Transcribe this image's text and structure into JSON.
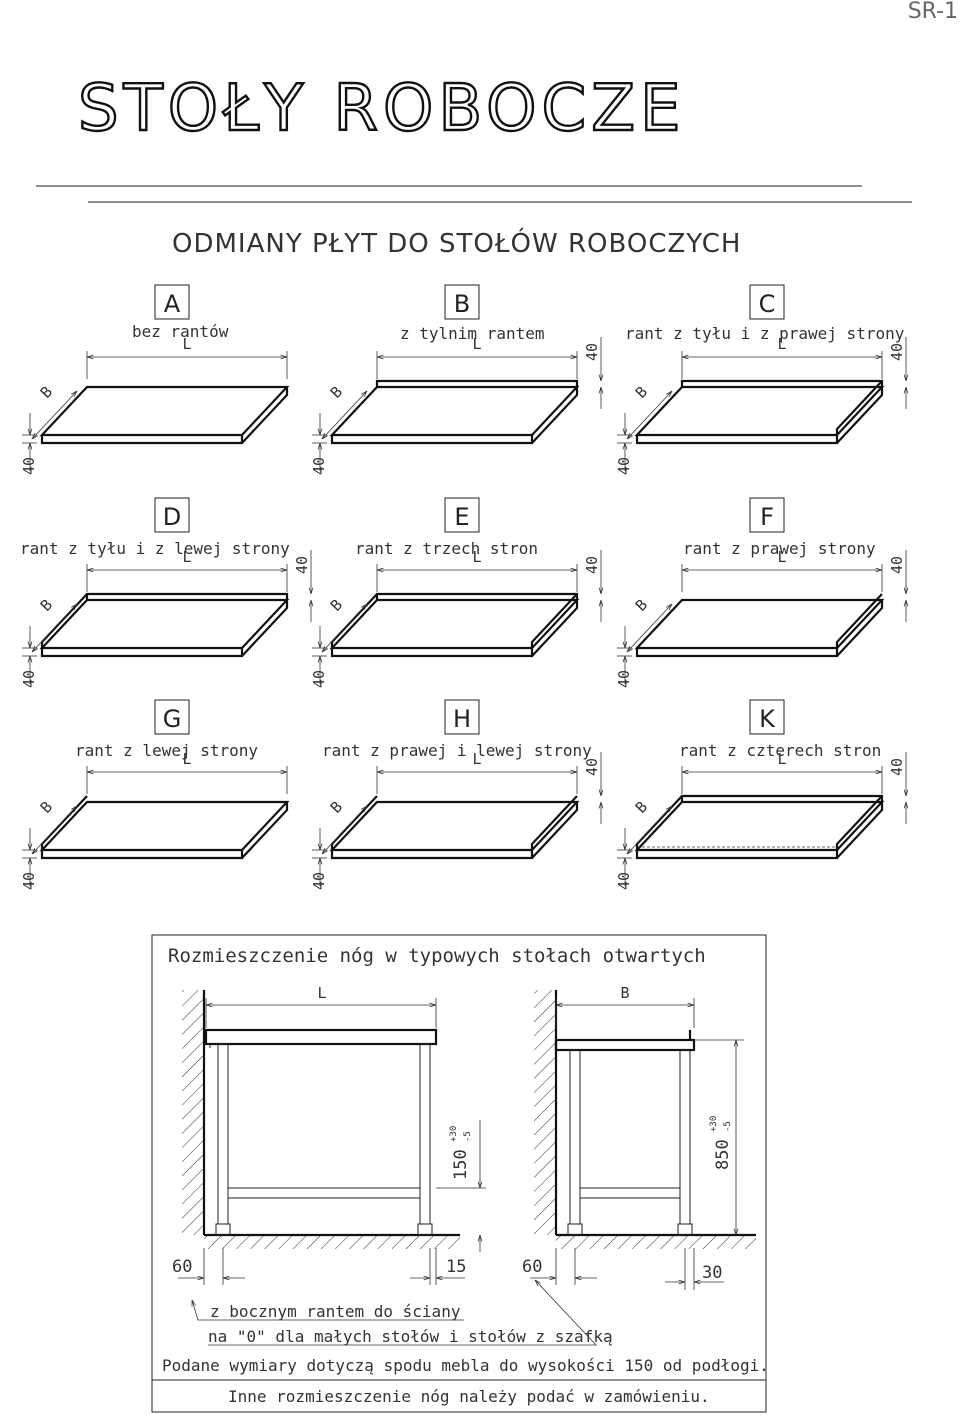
{
  "sheet_ref": "SR-1",
  "title": "STOŁY ROBOCZE",
  "subtitle": "ODMIANY PŁYT DO STOŁÓW ROBOCZYCH",
  "dims": {
    "length": "L",
    "depth": "B",
    "height": "40"
  },
  "variants": [
    {
      "letter": "A",
      "desc": "bez rantów"
    },
    {
      "letter": "B",
      "desc": "z tylnim rantem"
    },
    {
      "letter": "C",
      "desc": "rant z tyłu i z prawej strony"
    },
    {
      "letter": "D",
      "desc": "rant z tyłu i z lewej strony"
    },
    {
      "letter": "E",
      "desc": "rant z trzech stron"
    },
    {
      "letter": "F",
      "desc": "rant z prawej strony"
    },
    {
      "letter": "G",
      "desc": "rant z lewej strony"
    },
    {
      "letter": "H",
      "desc": "rant z prawej i lewej strony"
    },
    {
      "letter": "K",
      "desc": "rant z czterech stron"
    }
  ],
  "legs": {
    "heading": "Rozmieszczenie nóg w typowych stołach otwartych",
    "front_label": "L",
    "side_label": "B",
    "dim_150": "150",
    "dim_850": "850",
    "tol_plus": "+30",
    "tol_minus": "-5",
    "dim_60_left": "60",
    "dim_15": "15",
    "dim_60_right": "60",
    "dim_30": "30",
    "note1": "z bocznym rantem do ściany",
    "note2": "na \"0\" dla małych stołów i stołów z szafką",
    "footer1": "Podane wymiary dotyczą spodu mebla do wysokości 150 od podłogi.",
    "footer2": "Inne rozmieszczenie nóg należy podać w zamówieniu."
  }
}
